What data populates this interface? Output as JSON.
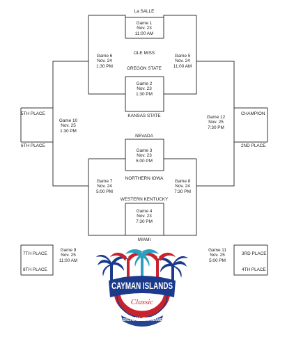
{
  "teams": {
    "lasalle": "La SALLE",
    "olemiss": "OLE MISS",
    "oregon_state": "OREGON STATE",
    "kansas_state": "KANSAS STATE",
    "nevada": "NEVADA",
    "northern_iowa": "NORTHERN IOWA",
    "western_kentucky": "WESTERN KENTUCKY",
    "miami": "MIAMI"
  },
  "places": {
    "fifth": "5TH PLACE",
    "sixth": "6TH PLACE",
    "seventh": "7TH PLACE",
    "eighth": "8TH PLACE",
    "champion": "CHAMPION",
    "second": "2ND PLACE",
    "third": "3RD PLACE",
    "fourth": "4TH PLACE"
  },
  "games": {
    "g1": {
      "name": "Game 1",
      "date": "Nov. 23",
      "time": "11:00 AM"
    },
    "g2": {
      "name": "Game 2",
      "date": "Nov. 23",
      "time": "1:30 PM"
    },
    "g3": {
      "name": "Game 3",
      "date": "Nov. 23",
      "time": "5:00 PM"
    },
    "g4": {
      "name": "Game 4",
      "date": "Nov. 23",
      "time": "7:30 PM"
    },
    "g5": {
      "name": "Game 5",
      "date": "Nov. 24",
      "time": "11:00 AM"
    },
    "g6": {
      "name": "Game 6",
      "date": "Nov. 24",
      "time": "1:30 PM"
    },
    "g7": {
      "name": "Game 7",
      "date": "Nov. 24",
      "time": "5:00 PM"
    },
    "g8": {
      "name": "Game 8",
      "date": "Nov. 24",
      "time": "7:30 PM"
    },
    "g9": {
      "name": "Game 9",
      "date": "Nov. 25",
      "time": "11:00 AM"
    },
    "g10": {
      "name": "Game 10",
      "date": "Nov. 25",
      "time": "1:30 PM"
    },
    "g11": {
      "name": "Game 11",
      "date": "Nov. 25",
      "time": "5:00 PM"
    },
    "g12": {
      "name": "Game 12",
      "date": "Nov. 25",
      "time": "7:30 PM"
    }
  },
  "logo": {
    "word": "CAYMAN ISLANDS",
    "script": "Classic",
    "ring": "BASKETBALL TOURNAMENT",
    "colors": {
      "navy": "#1b3a8c",
      "red": "#c8232c",
      "teal": "#2a9fbf"
    }
  },
  "colors": {
    "line": "#333333"
  }
}
